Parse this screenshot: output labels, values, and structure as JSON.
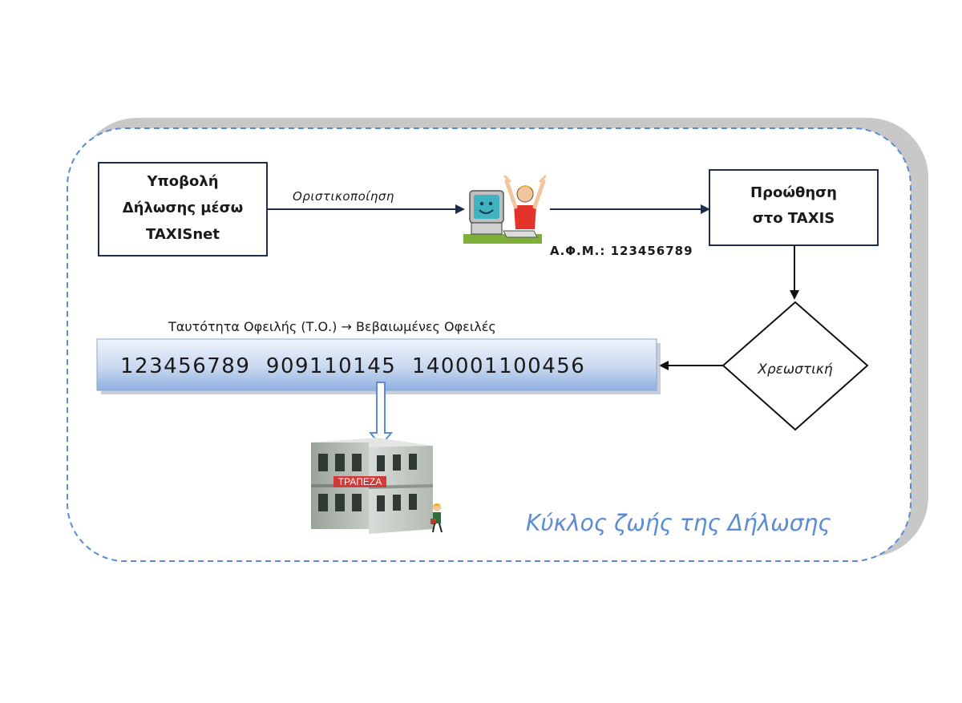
{
  "submit_box": {
    "line1": "Υποβολή",
    "line2": "Δήλωσης μέσω",
    "line3": "TAXISnet"
  },
  "finalize_label": "Οριστικοποίηση",
  "afm_label": "Α.Φ.Μ.: 123456789",
  "forward_box": {
    "line1": "Προώθηση",
    "line2": "στο TAXIS"
  },
  "decision_label": "Χρεωστική",
  "debt_heading": "Ταυτότητα Οφειλής (Τ.Ο.) → Βεβαιωμένες Οφειλές",
  "debt_code": "123456789  909110145  140001100456",
  "bank_sign": "ΤΡΑΠΕΖΑ",
  "caption": "Κύκλος ζωής της Δήλωσης",
  "icons": [
    "happy-user-computer-icon",
    "bank-building-icon",
    "person-icon"
  ],
  "colors": {
    "accent_blue": "#5b8bd4",
    "frame_dash": "#5b8bd4",
    "shadow_gray": "#c8c8c8",
    "arrow_dark": "#1f2d4a",
    "bank_sign_red": "#d23a3a"
  }
}
